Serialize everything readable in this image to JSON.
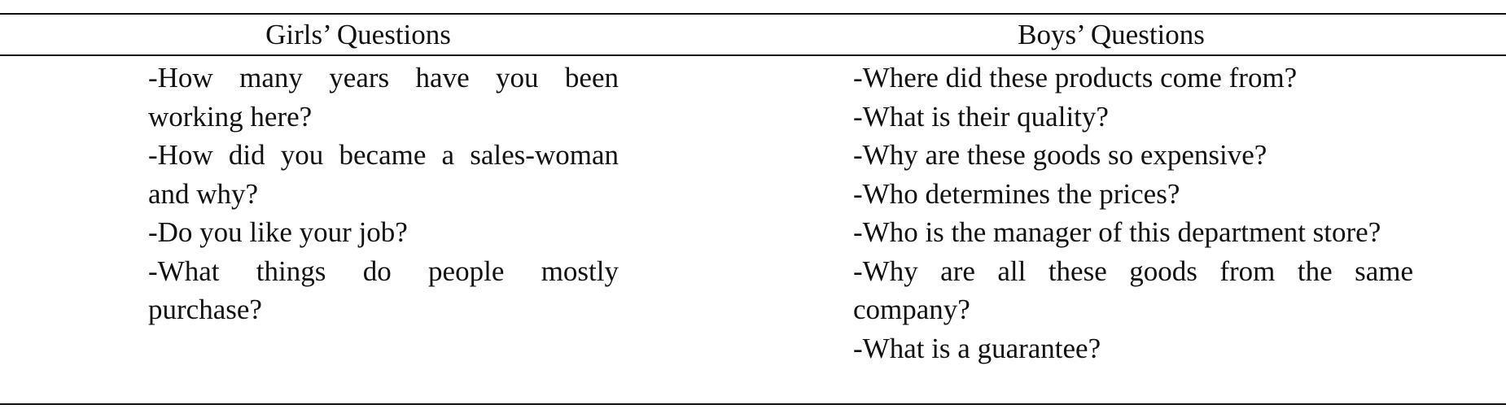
{
  "table": {
    "headers": {
      "girls": "Girls’ Questions",
      "boys": "Boys’ Questions"
    },
    "girls_questions": [
      "-How many years have you been working here?",
      "-How did you became a sales-woman and why?",
      "-Do you like your job?",
      "-What things do people mostly purchase?"
    ],
    "boys_questions": [
      "-Where did these products come from?",
      "-What is their quality?",
      "-Why are these goods so expensive?",
      "-Who determines the prices?",
      "-Who is the manager of this department store?",
      "-Why are all these goods from the same company?",
      "-What is a guarantee?"
    ]
  }
}
